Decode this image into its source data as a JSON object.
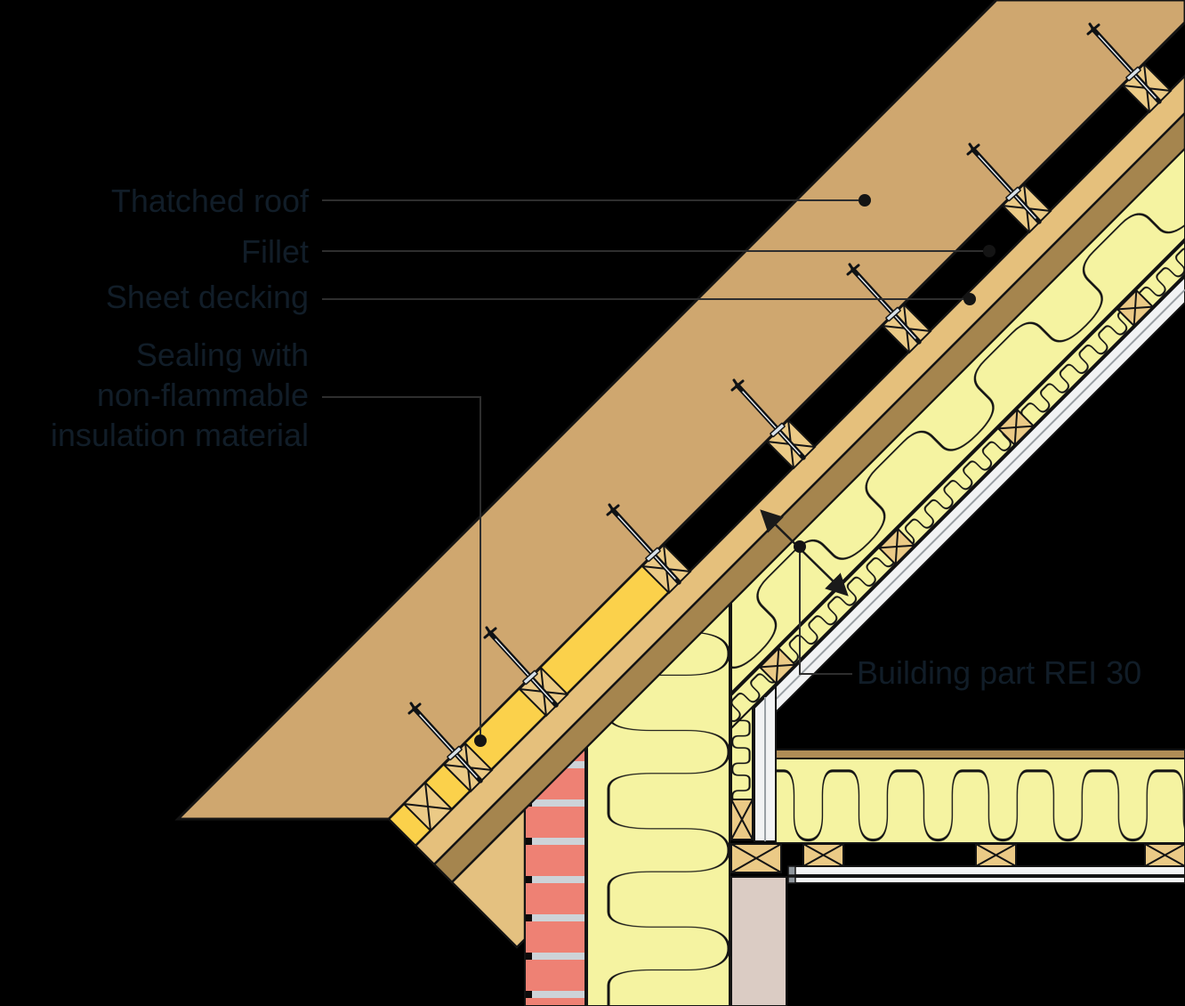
{
  "labels": {
    "thatched_roof": "Thatched roof",
    "fillet": "Fillet",
    "sheet_decking": "Sheet decking",
    "sealing": [
      "Sealing with",
      "non-flammable",
      "insulation material"
    ],
    "building_part": "Building part REI 30"
  },
  "palette": {
    "background": "#000000",
    "thatch": "#CFA76F",
    "sealing_insulation": "#FBD14B",
    "decking_lath": "#E5C07C",
    "decking_board": "#A5854E",
    "rafter": "#E4C180",
    "fillet_wood": "#EBCA86",
    "insulation": "#F5F3A1",
    "lining_white": "#F2F3F4",
    "brick": "#EE8174",
    "mortar": "#CDD3D8",
    "plaster": "#DBCCC4",
    "ceiling_deck": "#B08D56",
    "label_text": "#111D28",
    "leader": "#2E2E2E"
  }
}
